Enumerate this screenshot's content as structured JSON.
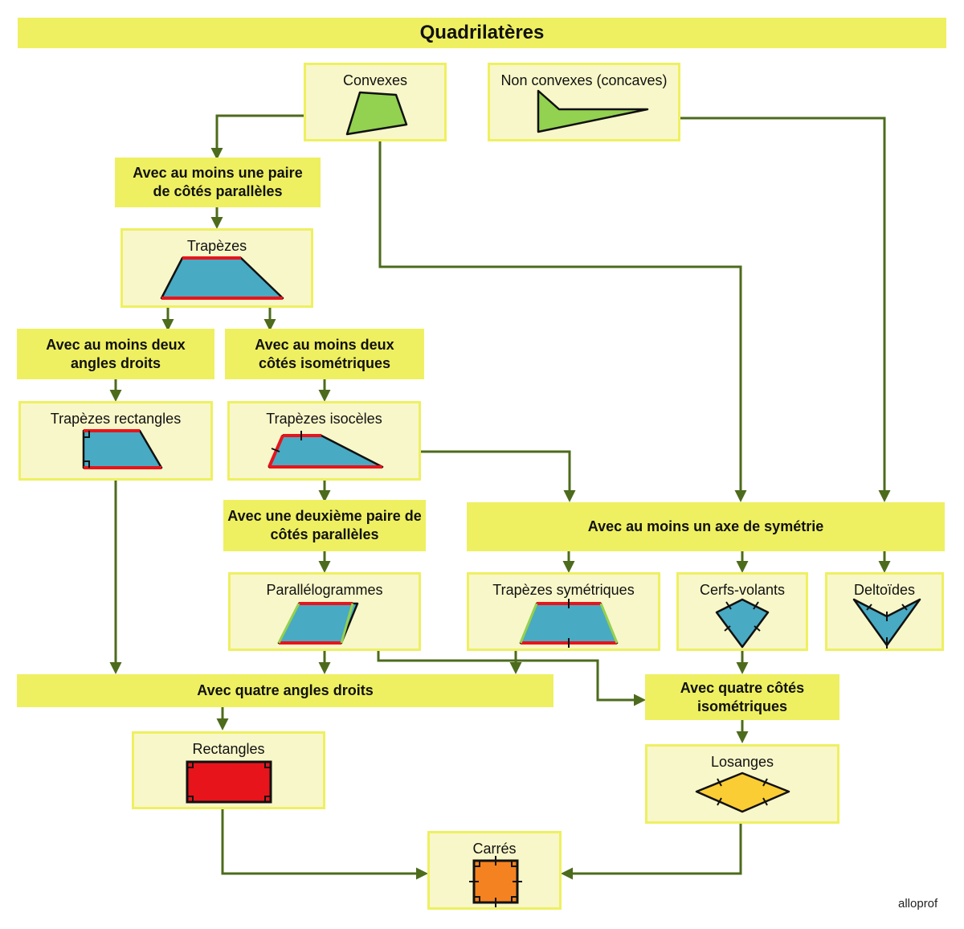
{
  "title": "Quadrilatères",
  "nodes": {
    "convexes": "Convexes",
    "non_convexes": "Non convexes (concaves)",
    "trapezes": "Trapèzes",
    "trapezes_rectangles": "Trapèzes rectangles",
    "trapezes_isoceles": "Trapèzes isocèles",
    "parallelogrammes": "Parallélogrammes",
    "trapezes_symetriques": "Trapèzes symétriques",
    "cerfs_volants": "Cerfs-volants",
    "deltoides": "Deltoïdes",
    "rectangles": "Rectangles",
    "losanges": "Losanges",
    "carres": "Carrés"
  },
  "criteria": {
    "paire_paralleles": "Avec au moins une paire de côtés parallèles",
    "deux_angles_droits": "Avec au moins deux angles droits",
    "deux_cotes_isometriques": "Avec au moins deux côtés isométriques",
    "deuxieme_paire": "Avec une deuxième paire de côtés parallèles",
    "axe_symetrie": "Avec au moins un axe de symétrie",
    "quatre_angles_droits": "Avec quatre angles droits",
    "quatre_cotes_isometriques": "Avec quatre côtés isométriques"
  },
  "credit": "alloprof",
  "colors": {
    "title_bar": "#eef061",
    "node_fill": "#f8f7c9",
    "node_border": "#eef061",
    "arrow": "#4d6b1c",
    "shape_green": "#93d150",
    "shape_blue": "#48aac3",
    "parallel_mark": "#e8141c",
    "rectangle_fill": "#e8141c",
    "rhombus_fill": "#fbcd35",
    "square_fill": "#f58220"
  }
}
